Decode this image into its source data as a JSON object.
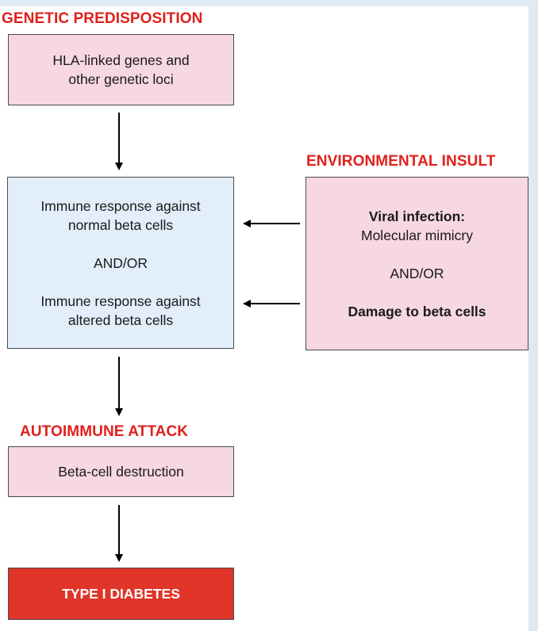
{
  "headings": {
    "genetic": "GENETIC PREDISPOSITION",
    "environmental": "ENVIRONMENTAL INSULT",
    "autoimmune": "AUTOIMMUNE ATTACK"
  },
  "genetic_box": {
    "line1": "HLA-linked genes and",
    "line2": "other genetic loci"
  },
  "immune_box": {
    "line1": "Immune response against",
    "line2": "normal beta cells",
    "connector": "AND/OR",
    "line3": "Immune response against",
    "line4": "altered beta cells"
  },
  "environmental_box": {
    "title": "Viral infection:",
    "line1": "Molecular mimicry",
    "connector": "AND/OR",
    "line2": "Damage to beta cells"
  },
  "destruction_box": {
    "label": "Beta-cell destruction"
  },
  "outcome_box": {
    "label": "TYPE I DIABETES"
  },
  "colors": {
    "heading": "#e0201b",
    "pink_fill": "#f6d7e3",
    "blue_fill": "#e2eefa",
    "outcome_fill": "#e1352a",
    "border": "#4a4a4a",
    "frame": "#dfe9f2"
  }
}
